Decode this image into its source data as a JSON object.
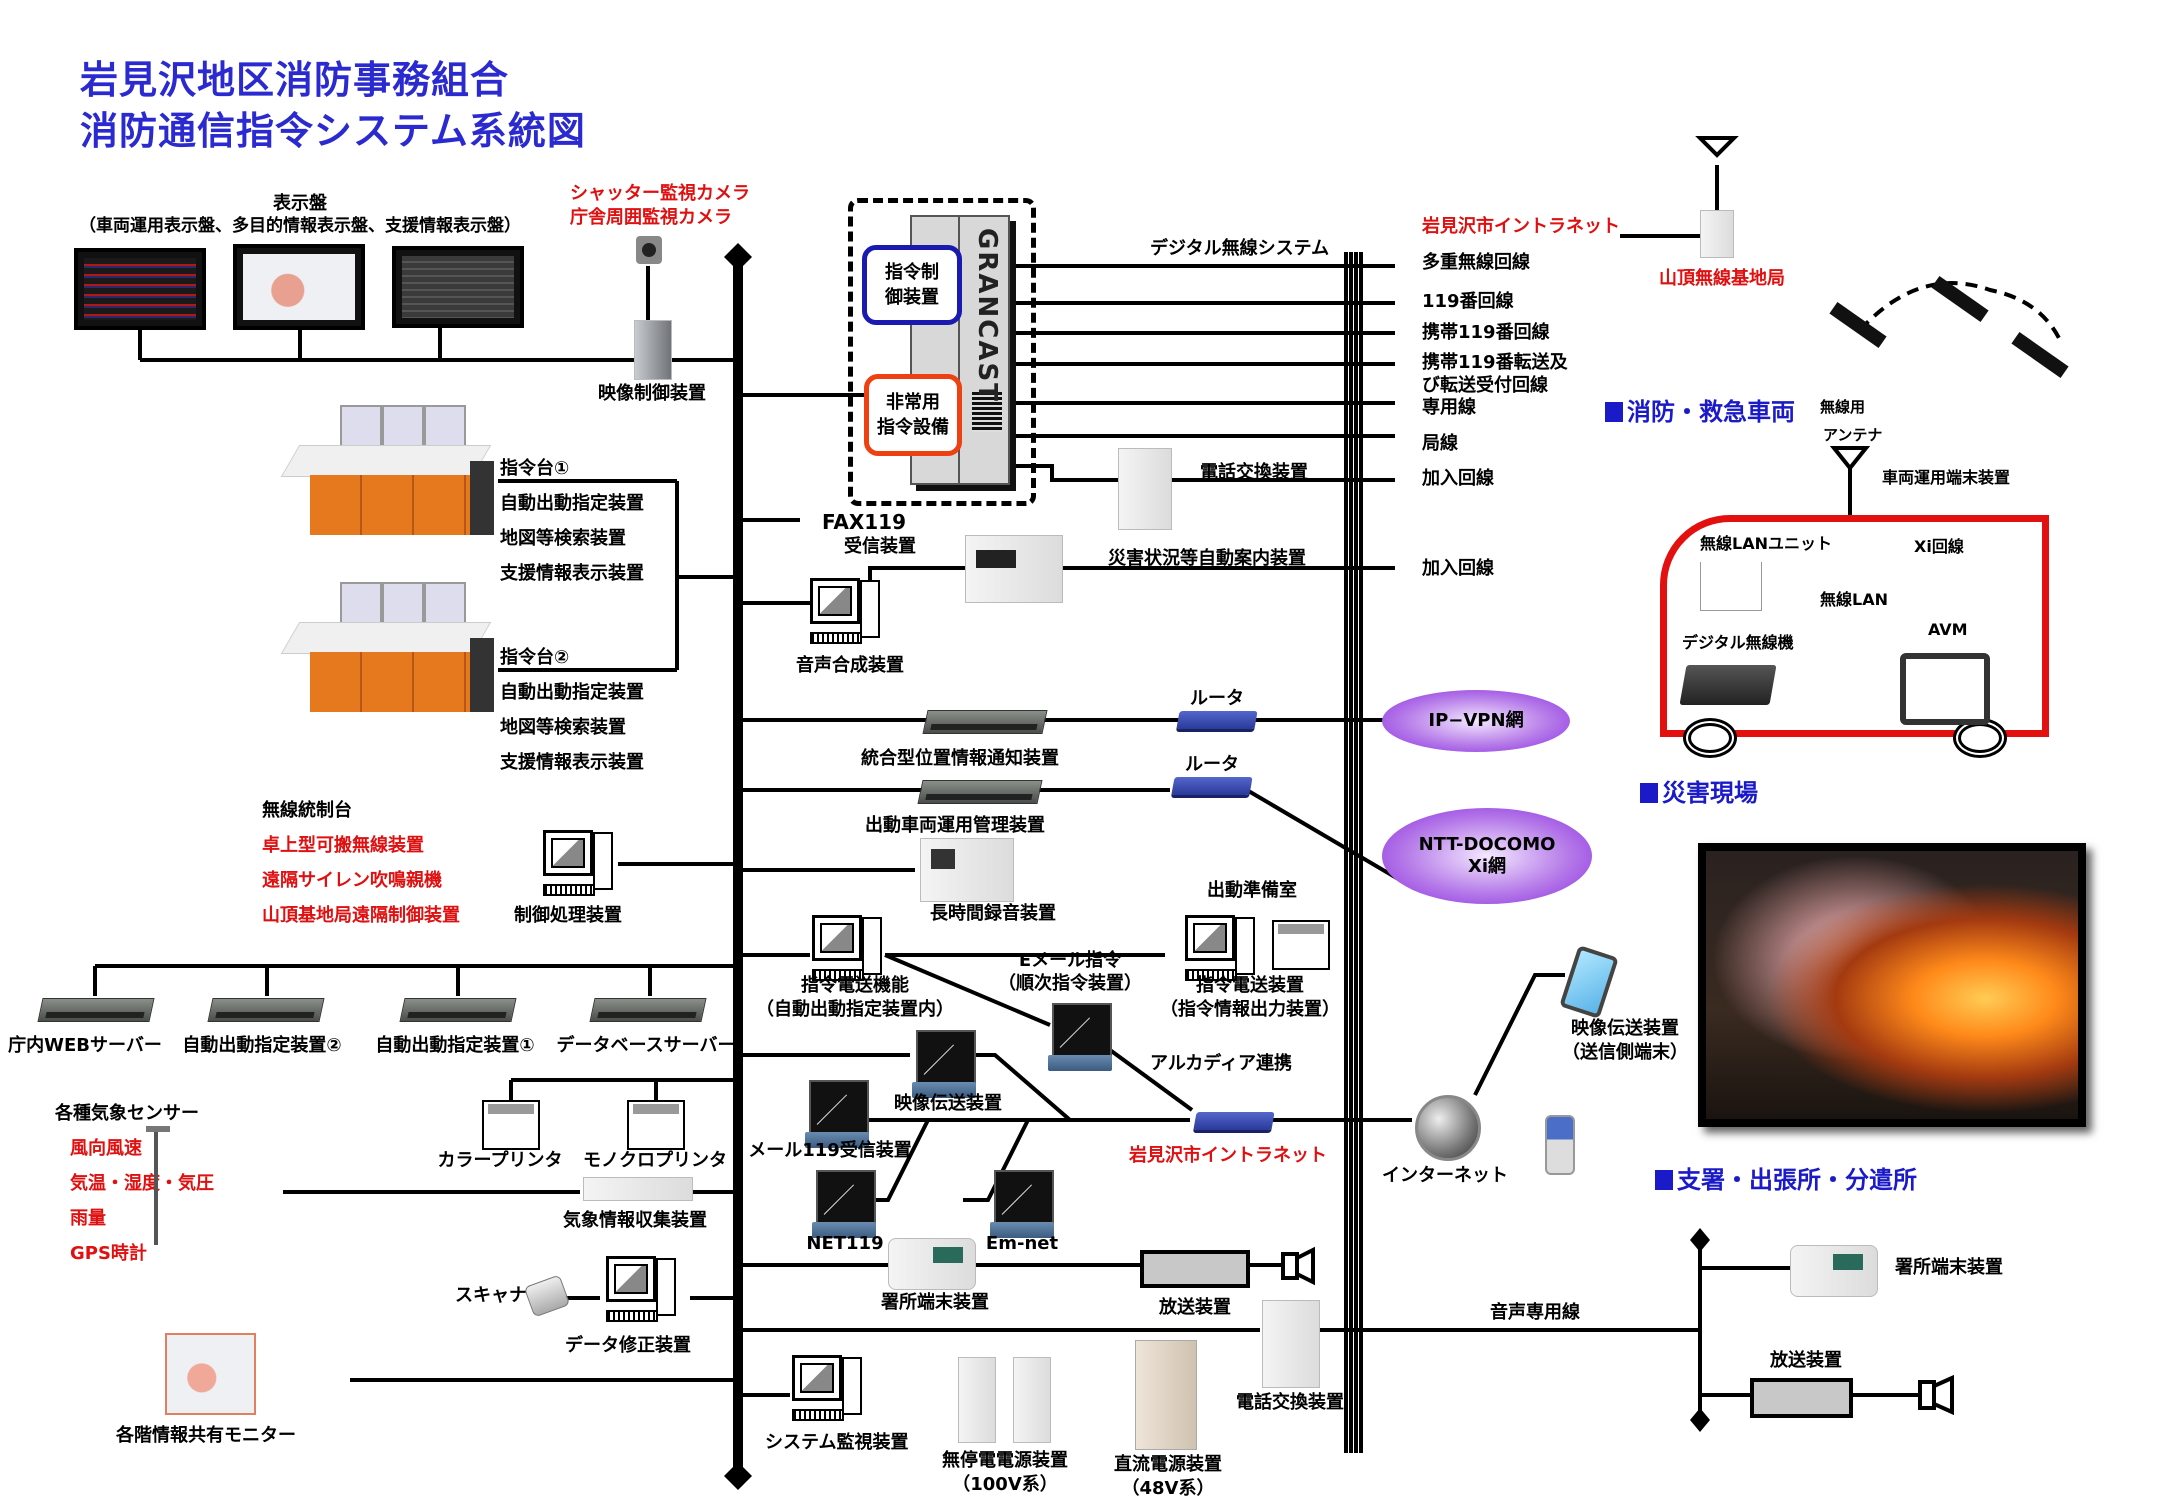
{
  "title": {
    "line1": "岩見沢地区消防事務組合",
    "line2": "消防通信指令システム系統図"
  },
  "colors": {
    "title": "#2a2ad0",
    "section": "#1a1ac8",
    "red_label": "#e01010",
    "vehicle_outline": "#e31010",
    "network_cloud": "#8a2be2",
    "command_box": "#1a1ab0",
    "emergency_box": "#ee4010"
  },
  "display_panel": {
    "label": "表示盤",
    "sublabel": "（車両運用表示盤、多目的情報表示盤、支援情報表示盤）"
  },
  "cameras": {
    "line1": "シャッター監視カメラ",
    "line2": "庁舎周囲監視カメラ",
    "controller": "映像制御装置"
  },
  "grancast": {
    "brand": "GRANCAST",
    "command_control": "指令制\n御装置",
    "emergency": "非常用\n指令設備"
  },
  "digital_radio": "デジタル無線システム",
  "trunk_lines": [
    {
      "label": "岩見沢市イントラネット",
      "red": true
    },
    {
      "label": "多重無線回線"
    },
    {
      "label": "119番回線"
    },
    {
      "label": "携帯119番回線"
    },
    {
      "label": "携帯119番転送及\nび転送受付回線"
    },
    {
      "label": "専用線"
    },
    {
      "label": "局線"
    },
    {
      "label": "加入回線"
    },
    {
      "label": "加入回線"
    }
  ],
  "phone_exchange": "電話交換装置",
  "mountain_station": "山頂無線基地局",
  "consoles": [
    {
      "label": "指令台①",
      "items": [
        "自動出動指定装置",
        "地図等検索装置",
        "支援情報表示装置"
      ]
    },
    {
      "label": "指令台②",
      "items": [
        "自動出動指定装置",
        "地図等検索装置",
        "支援情報表示装置"
      ]
    }
  ],
  "fax": {
    "line1": "FAX119",
    "line2": "受信装置"
  },
  "voice_synth": "音声合成装置",
  "disaster_announce": "災害状況等自動案内装置",
  "routers": {
    "label": "ルータ"
  },
  "integrated_location": "統合型位置情報通知装置",
  "vehicle_mgmt": "出動車両運用管理装置",
  "networks": {
    "ipvpn": "IP−VPN網",
    "docomo": "NTT-DOCOMO\nXi網"
  },
  "radio_control": {
    "title": "無線統制台",
    "items": [
      "卓上型可搬無線装置",
      "遠隔サイレン吹鳴親機",
      "山頂基地局遠隔制御装置"
    ],
    "processor": "制御処理装置"
  },
  "recorder": "長時間録音装置",
  "prep_room": {
    "title": "出動準備室",
    "device": "指令電送装置",
    "device_sub": "（指令情報出力装置）"
  },
  "command_transmit": {
    "line1": "指令電送機能",
    "line2": "（自動出動指定装置内）"
  },
  "email_command": {
    "line1": "Eメール指令",
    "line2": "（順次指令装置）"
  },
  "servers": [
    "庁内WEBサーバー",
    "自動出動指定装置②",
    "自動出動指定装置①",
    "データベースサーバー"
  ],
  "video_transfer": "映像伝送装置",
  "alcadia": "アルカディア連携",
  "mail119": "メール119受信装置",
  "intranet_router": "岩見沢市イントラネット",
  "net119": "NET119",
  "emnet": "Em-net",
  "internet": "インターネット",
  "weather": {
    "title": "各種気象センサー",
    "items": [
      "風向風速",
      "気温・湿度・気圧",
      "雨量",
      "GPS時計"
    ],
    "collector": "気象情報収集装置"
  },
  "printers": [
    "カラープリンタ",
    "モノクロプリンタ"
  ],
  "scanner": "スキャナ",
  "data_correction": "データ修正装置",
  "shared_monitor": "各階情報共有モニター",
  "station_terminal": "署所端末装置",
  "broadcast": "放送装置",
  "system_monitor": "システム監視装置",
  "ups": {
    "line1": "無停電電源装置",
    "line2": "（100V系）"
  },
  "dc_power": {
    "line1": "直流電源装置",
    "line2": "（48V系）"
  },
  "phone_exchange2": "電話交換装置",
  "voice_line": "音声専用線",
  "vehicle_section": {
    "title": "消防・救急車両",
    "antenna_l1": "無線用",
    "antenna_l2": "アンテナ",
    "terminal": "車両運用端末装置",
    "wlan_unit": "無線LANユニット",
    "xi_line": "Xi回線",
    "wlan": "無線LAN",
    "avm": "AVM",
    "digital_radio": "デジタル無線機"
  },
  "disaster_site": {
    "title": "災害現場",
    "video_device": "映像伝送装置",
    "video_device_sub": "（送信側端末）"
  },
  "branch_section": {
    "title": "支署・出張所・分遣所",
    "terminal": "署所端末装置",
    "broadcast": "放送装置"
  }
}
